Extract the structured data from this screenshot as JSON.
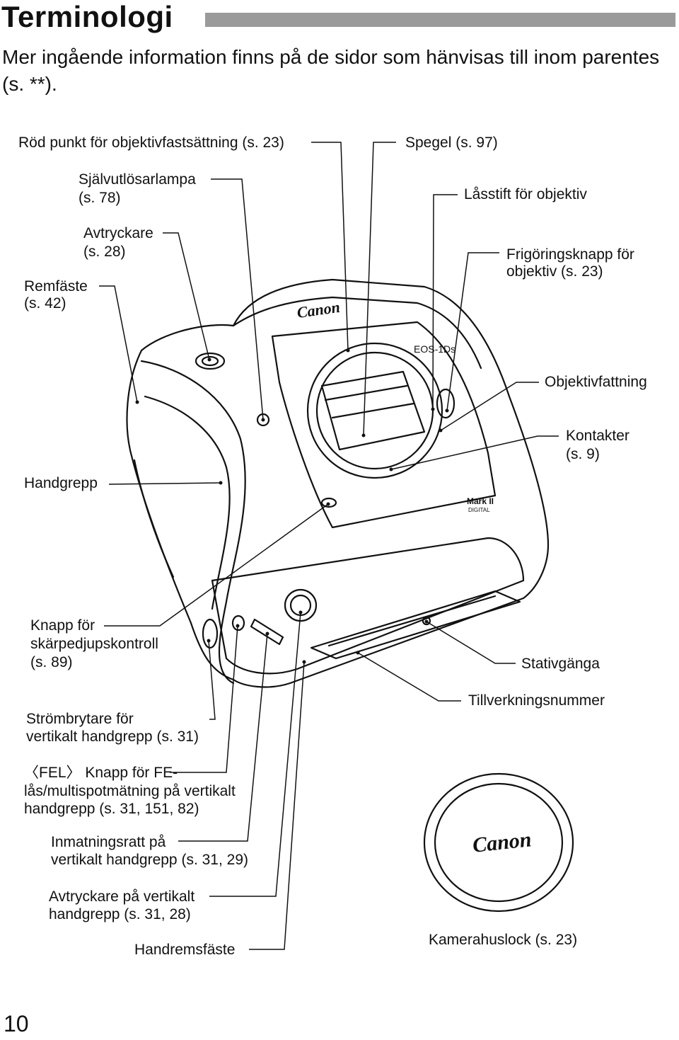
{
  "page": {
    "title": "Terminologi",
    "intro": "Mer ingående information finns på de sidor som hänvisas till inom parentes (s. **).",
    "page_number": "10"
  },
  "diagram": {
    "camera_brand": "Canon",
    "body_model": "EOS-1Ds",
    "body_badge_1": "Mark II",
    "body_badge_2": "DIGITAL",
    "cap_brand": "Canon",
    "labels": {
      "red_dot": "Röd punkt för objektivfastsättning (s. 23)",
      "self_timer_1": "Självutlösarlampa",
      "self_timer_2": "(s. 78)",
      "shutter_1": "Avtryckare",
      "shutter_2": "(s. 28)",
      "strap_1": "Remfäste",
      "strap_2": "(s. 42)",
      "grip": "Handgrepp",
      "mirror": "Spegel (s. 97)",
      "lock_pin": "Låsstift för objektiv",
      "release_1": "Frigöringsknapp för",
      "release_2": "objektiv (s. 23)",
      "mount": "Objektivfattning",
      "contacts_1": "Kontakter",
      "contacts_2": "(s. 9)",
      "dof_1": "Knapp för",
      "dof_2": "skärpedjupskontroll",
      "dof_3": "(s. 89)",
      "tripod": "Stativgänga",
      "serial": "Tillverkningsnummer",
      "vswitch_1": "Strömbrytare för",
      "vswitch_2": "vertikalt handgrepp (s. 31)",
      "fel_prefix": "〈FEL〉",
      "fel_1": "Knapp för FE-",
      "fel_2": "lås/multispotmätning på vertikalt",
      "fel_3": "handgrepp (s. 31, 151, 82)",
      "dial_1": "Inmatningsratt på",
      "dial_2": "vertikalt handgrepp (s. 31, 29)",
      "vshutter_1": "Avtryckare på vertikalt",
      "vshutter_2": "handgrepp (s. 31, 28)",
      "hand_strap": "Handremsfäste",
      "body_cap": "Kamerahuslock (s. 23)"
    }
  }
}
